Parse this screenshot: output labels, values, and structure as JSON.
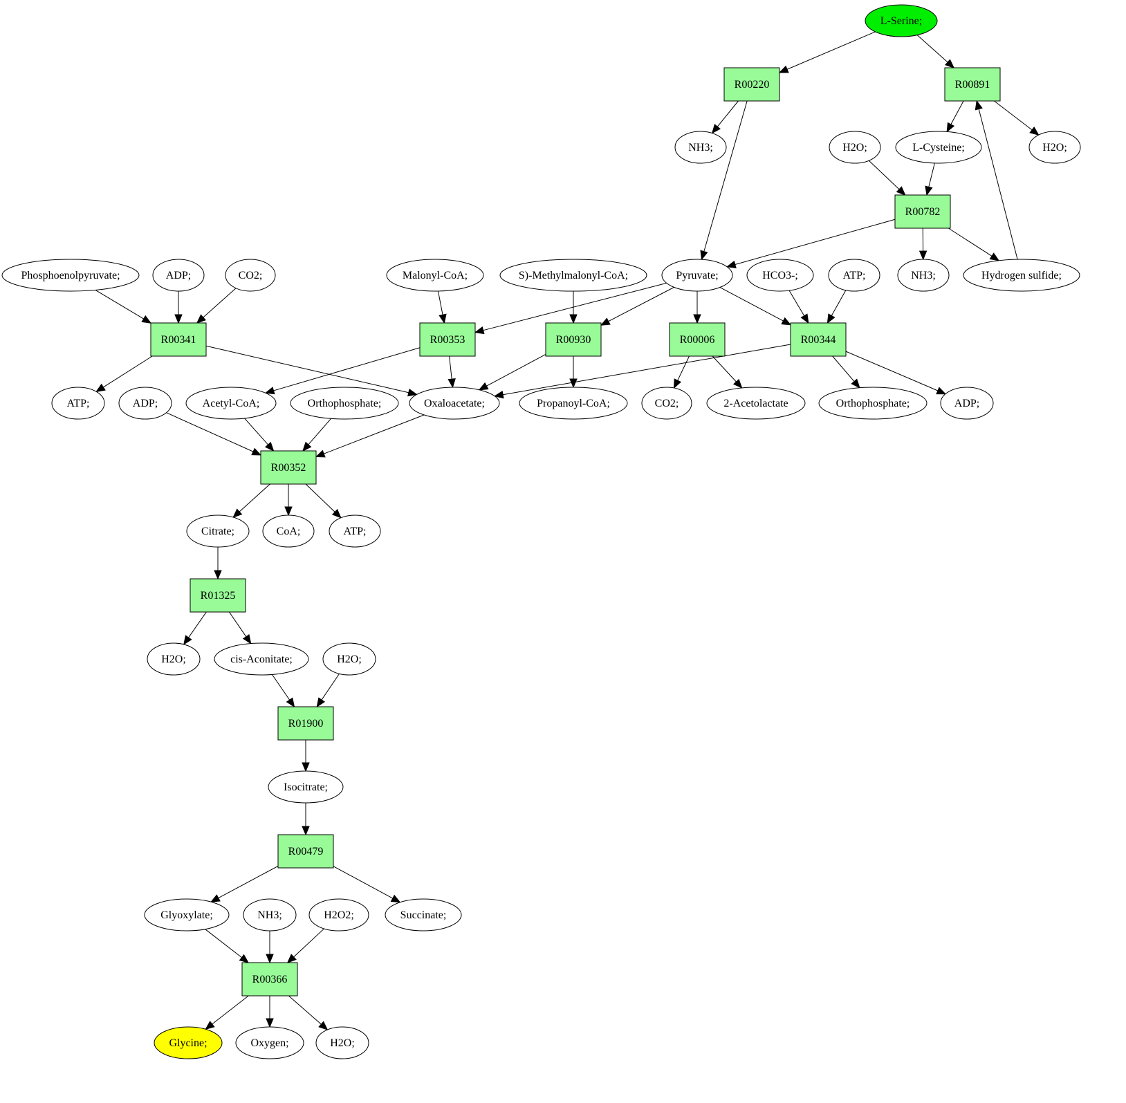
{
  "diagram": {
    "type": "metabolic-pathway-graph",
    "colors": {
      "reaction_fill": "#98fb98",
      "compound_fill": "#ffffff",
      "source_fill": "#00ee00",
      "target_fill": "#ffff00",
      "stroke": "#000000"
    },
    "nodes": [
      {
        "id": "n_lserine",
        "label": "L-Serine;",
        "kind": "source"
      },
      {
        "id": "r00220",
        "label": "R00220",
        "kind": "reaction"
      },
      {
        "id": "r00891",
        "label": "R00891",
        "kind": "reaction"
      },
      {
        "id": "n_nh3_a",
        "label": "NH3;",
        "kind": "compound"
      },
      {
        "id": "n_h2o_a",
        "label": "H2O;",
        "kind": "compound"
      },
      {
        "id": "n_lcys",
        "label": "L-Cysteine;",
        "kind": "compound"
      },
      {
        "id": "n_h2o_b",
        "label": "H2O;",
        "kind": "compound"
      },
      {
        "id": "r00782",
        "label": "R00782",
        "kind": "reaction"
      },
      {
        "id": "n_pep",
        "label": "Phosphoenolpyruvate;",
        "kind": "compound"
      },
      {
        "id": "n_adp_a",
        "label": "ADP;",
        "kind": "compound"
      },
      {
        "id": "n_co2_a",
        "label": "CO2;",
        "kind": "compound"
      },
      {
        "id": "n_malcoa",
        "label": "Malonyl-CoA;",
        "kind": "compound"
      },
      {
        "id": "n_smmcoa",
        "label": "S)-Methylmalonyl-CoA;",
        "kind": "compound"
      },
      {
        "id": "n_pyr",
        "label": "Pyruvate;",
        "kind": "compound"
      },
      {
        "id": "n_hco3",
        "label": "HCO3-;",
        "kind": "compound"
      },
      {
        "id": "n_atp_a",
        "label": "ATP;",
        "kind": "compound"
      },
      {
        "id": "n_nh3_b",
        "label": "NH3;",
        "kind": "compound"
      },
      {
        "id": "n_h2s",
        "label": "Hydrogen sulfide;",
        "kind": "compound"
      },
      {
        "id": "r00341",
        "label": "R00341",
        "kind": "reaction"
      },
      {
        "id": "r00353",
        "label": "R00353",
        "kind": "reaction"
      },
      {
        "id": "r00930",
        "label": "R00930",
        "kind": "reaction"
      },
      {
        "id": "r00006",
        "label": "R00006",
        "kind": "reaction"
      },
      {
        "id": "r00344",
        "label": "R00344",
        "kind": "reaction"
      },
      {
        "id": "n_atp_b",
        "label": "ATP;",
        "kind": "compound"
      },
      {
        "id": "n_adp_b",
        "label": "ADP;",
        "kind": "compound"
      },
      {
        "id": "n_accoa",
        "label": "Acetyl-CoA;",
        "kind": "compound"
      },
      {
        "id": "n_pi_a",
        "label": "Orthophosphate;",
        "kind": "compound"
      },
      {
        "id": "n_oaa",
        "label": "Oxaloacetate;",
        "kind": "compound"
      },
      {
        "id": "n_propcoa",
        "label": "Propanoyl-CoA;",
        "kind": "compound"
      },
      {
        "id": "n_co2_b",
        "label": "CO2;",
        "kind": "compound"
      },
      {
        "id": "n_acetolac",
        "label": "2-Acetolactate",
        "kind": "compound"
      },
      {
        "id": "n_pi_b",
        "label": "Orthophosphate;",
        "kind": "compound"
      },
      {
        "id": "n_adp_c",
        "label": "ADP;",
        "kind": "compound"
      },
      {
        "id": "r00352",
        "label": "R00352",
        "kind": "reaction"
      },
      {
        "id": "n_citrate",
        "label": "Citrate;",
        "kind": "compound"
      },
      {
        "id": "n_coa",
        "label": "CoA;",
        "kind": "compound"
      },
      {
        "id": "n_atp_c",
        "label": "ATP;",
        "kind": "compound"
      },
      {
        "id": "r01325",
        "label": "R01325",
        "kind": "reaction"
      },
      {
        "id": "n_h2o_c",
        "label": "H2O;",
        "kind": "compound"
      },
      {
        "id": "n_cisacon",
        "label": "cis-Aconitate;",
        "kind": "compound"
      },
      {
        "id": "n_h2o_d",
        "label": "H2O;",
        "kind": "compound"
      },
      {
        "id": "r01900",
        "label": "R01900",
        "kind": "reaction"
      },
      {
        "id": "n_isocit",
        "label": "Isocitrate;",
        "kind": "compound"
      },
      {
        "id": "r00479",
        "label": "R00479",
        "kind": "reaction"
      },
      {
        "id": "n_glyox",
        "label": "Glyoxylate;",
        "kind": "compound"
      },
      {
        "id": "n_nh3_c",
        "label": "NH3;",
        "kind": "compound"
      },
      {
        "id": "n_h2o2",
        "label": "H2O2;",
        "kind": "compound"
      },
      {
        "id": "n_succ",
        "label": "Succinate;",
        "kind": "compound"
      },
      {
        "id": "r00366",
        "label": "R00366",
        "kind": "reaction"
      },
      {
        "id": "n_glycine",
        "label": "Glycine;",
        "kind": "target"
      },
      {
        "id": "n_oxygen",
        "label": "Oxygen;",
        "kind": "compound"
      },
      {
        "id": "n_h2o_e",
        "label": "H2O;",
        "kind": "compound"
      }
    ],
    "edges": [
      [
        "n_lserine",
        "r00220"
      ],
      [
        "n_lserine",
        "r00891"
      ],
      [
        "r00220",
        "n_nh3_a"
      ],
      [
        "r00220",
        "n_pyr"
      ],
      [
        "r00891",
        "n_lcys"
      ],
      [
        "r00891",
        "n_h2o_b"
      ],
      [
        "n_h2o_a",
        "r00782"
      ],
      [
        "n_lcys",
        "r00782"
      ],
      [
        "r00782",
        "n_pyr"
      ],
      [
        "r00782",
        "n_nh3_b"
      ],
      [
        "r00782",
        "n_h2s"
      ],
      [
        "n_h2s",
        "r00891"
      ],
      [
        "n_pep",
        "r00341"
      ],
      [
        "n_adp_a",
        "r00341"
      ],
      [
        "n_co2_a",
        "r00341"
      ],
      [
        "r00341",
        "n_atp_b"
      ],
      [
        "r00341",
        "n_oaa"
      ],
      [
        "n_malcoa",
        "r00353"
      ],
      [
        "n_pyr",
        "r00353"
      ],
      [
        "r00353",
        "n_accoa"
      ],
      [
        "r00353",
        "n_oaa"
      ],
      [
        "n_smmcoa",
        "r00930"
      ],
      [
        "n_pyr",
        "r00930"
      ],
      [
        "r00930",
        "n_oaa"
      ],
      [
        "r00930",
        "n_propcoa"
      ],
      [
        "n_pyr",
        "r00006"
      ],
      [
        "r00006",
        "n_co2_b"
      ],
      [
        "r00006",
        "n_acetolac"
      ],
      [
        "n_pyr",
        "r00344"
      ],
      [
        "n_hco3",
        "r00344"
      ],
      [
        "n_atp_a",
        "r00344"
      ],
      [
        "r00344",
        "n_oaa"
      ],
      [
        "r00344",
        "n_pi_b"
      ],
      [
        "r00344",
        "n_adp_c"
      ],
      [
        "n_adp_b",
        "r00352"
      ],
      [
        "n_accoa",
        "r00352"
      ],
      [
        "n_pi_a",
        "r00352"
      ],
      [
        "n_oaa",
        "r00352"
      ],
      [
        "r00352",
        "n_citrate"
      ],
      [
        "r00352",
        "n_coa"
      ],
      [
        "r00352",
        "n_atp_c"
      ],
      [
        "n_citrate",
        "r01325"
      ],
      [
        "r01325",
        "n_h2o_c"
      ],
      [
        "r01325",
        "n_cisacon"
      ],
      [
        "n_cisacon",
        "r01900"
      ],
      [
        "n_h2o_d",
        "r01900"
      ],
      [
        "r01900",
        "n_isocit"
      ],
      [
        "n_isocit",
        "r00479"
      ],
      [
        "r00479",
        "n_glyox"
      ],
      [
        "r00479",
        "n_succ"
      ],
      [
        "n_glyox",
        "r00366"
      ],
      [
        "n_nh3_c",
        "r00366"
      ],
      [
        "n_h2o2",
        "r00366"
      ],
      [
        "r00366",
        "n_glycine"
      ],
      [
        "r00366",
        "n_oxygen"
      ],
      [
        "r00366",
        "n_h2o_e"
      ]
    ]
  }
}
